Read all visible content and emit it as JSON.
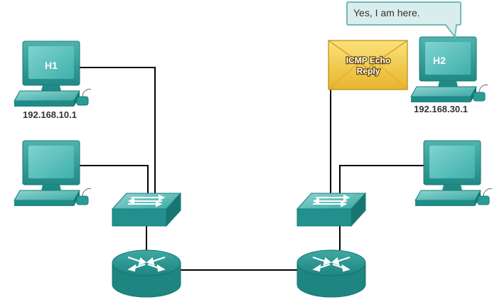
{
  "hosts": {
    "h1": {
      "label": "H1",
      "ip": "192.168.10.1"
    },
    "h2": {
      "label": "H2",
      "ip": "192.168.30.1"
    },
    "left_lower": {
      "label": ""
    },
    "right_lower": {
      "label": ""
    }
  },
  "message": {
    "label_line1": "ICMP Echo",
    "label_line2": "Reply"
  },
  "speech_bubble": {
    "text": "Yes, I am here."
  },
  "colors": {
    "device_teal": "#2a9c98",
    "screen": "#5fc4c0",
    "link": "#000000",
    "envelope": "#f2c94a",
    "bubble_fill": "#d9eeec",
    "bubble_border": "#6fbcb8"
  }
}
